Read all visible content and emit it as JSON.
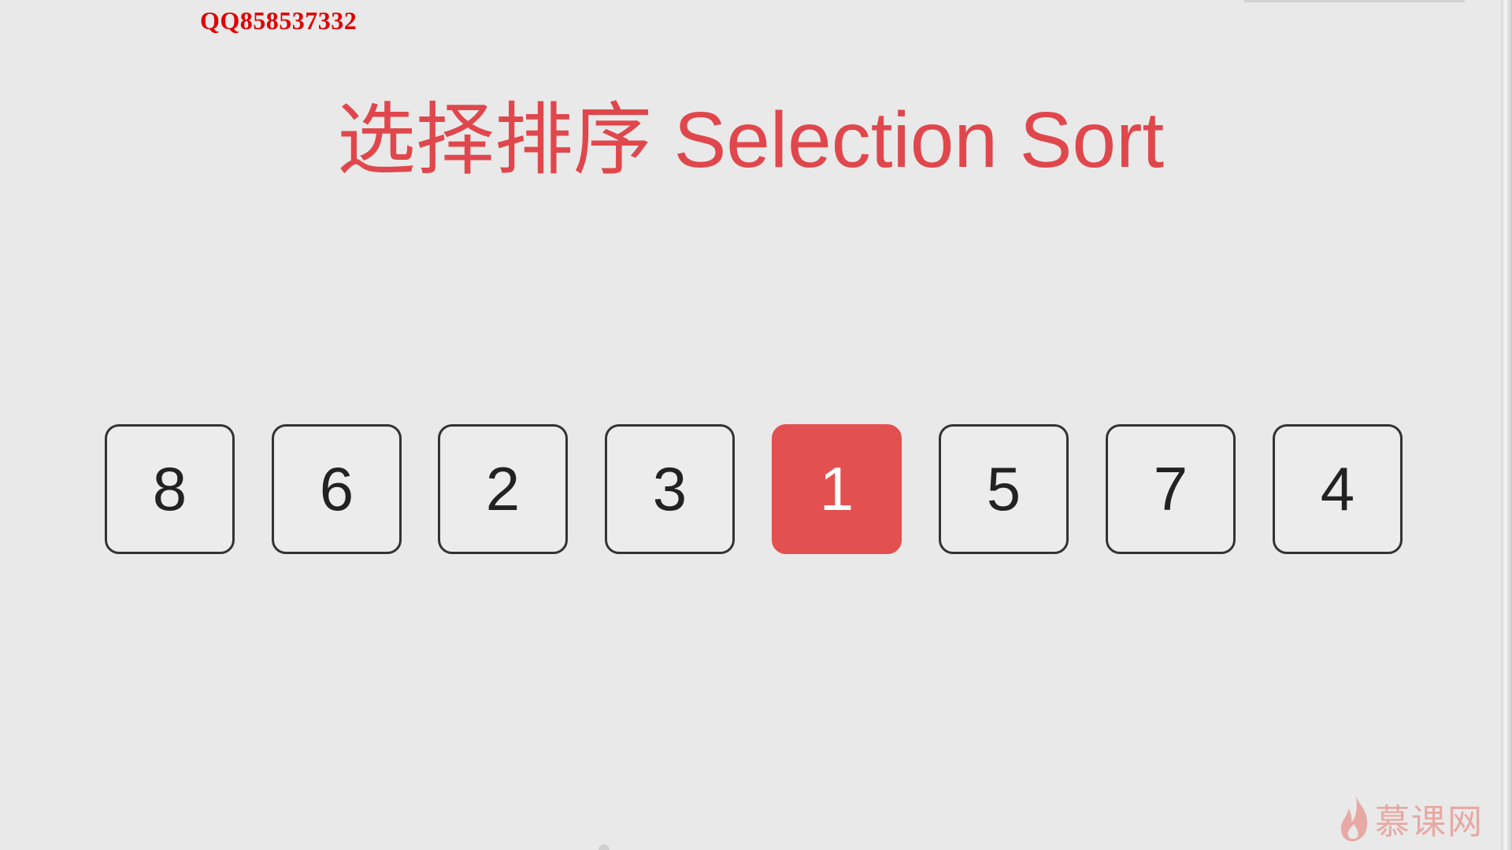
{
  "watermark": {
    "qq": "QQ858537332"
  },
  "slide": {
    "title": "选择排序 Selection Sort"
  },
  "array": {
    "values": [
      "8",
      "6",
      "2",
      "3",
      "1",
      "5",
      "7",
      "4"
    ],
    "active_index": 4
  },
  "logo": {
    "text": "慕课网",
    "icon": "flame-icon"
  },
  "colors": {
    "accent": "#e0474c",
    "highlight": "#e2504f",
    "watermark": "#e00000",
    "background": "#e9e9e9"
  }
}
